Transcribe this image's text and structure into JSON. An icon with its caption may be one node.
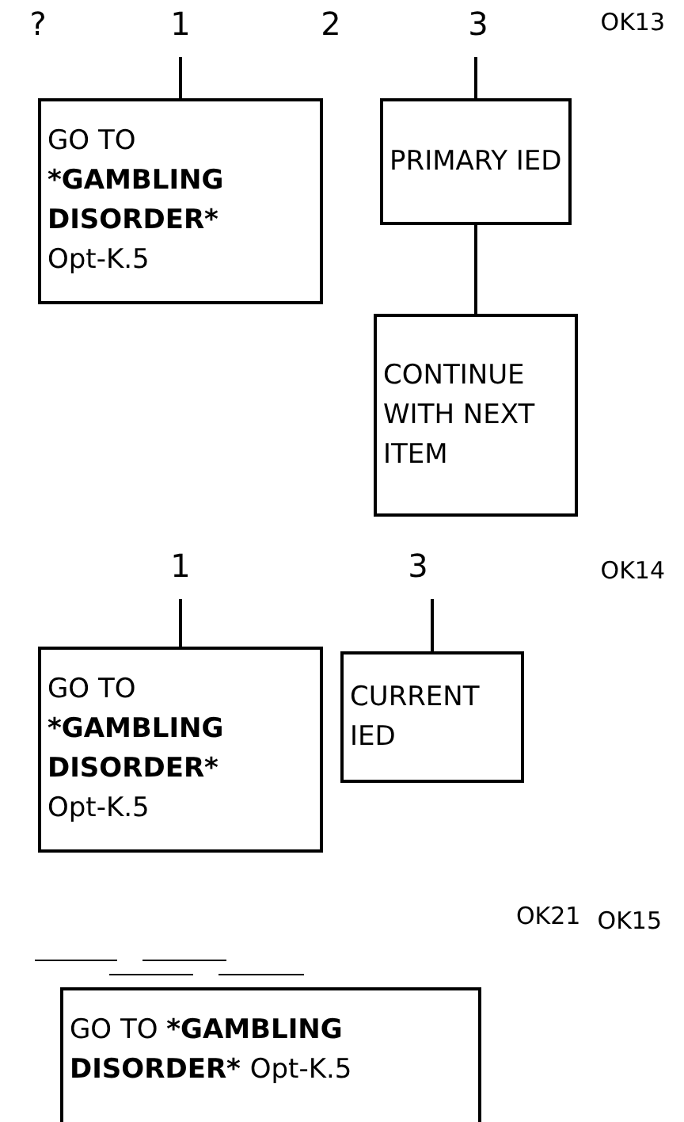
{
  "diagram": {
    "nodes": [
      {
        "text": [
          "1"
        ]
      },
      {
        "text": [
          "GO TO",
          "*GAMBLING DISORDER*",
          "Opt-K.5"
        ]
      },
      {
        "text": [
          "3"
        ]
      },
      {
        "text": [
          "PRIMARY IED"
        ]
      },
      {
        "text": [
          "CONTINUE WITH NEXT ITEM"
        ]
      },
      {
        "text": [
          "1"
        ]
      },
      {
        "text": [
          "GO TO",
          "*GAMBLING DISORDER*",
          "Opt-K.5"
        ]
      },
      {
        "text": [
          "3"
        ]
      },
      {
        "text": [
          "CURRENT IED"
        ]
      },
      {
        "text": [
          "GO TO",
          "*GAMBLING DISORDER*",
          "Opt-K.5"
        ]
      }
    ],
    "edges": [
      {
        "from": 0,
        "to": 1,
        "arrow": "none"
      },
      {
        "from": 2,
        "to": 3,
        "arrow": "none"
      },
      {
        "from": 3,
        "to": 4,
        "arrow": "none"
      },
      {
        "from": 5,
        "to": 6,
        "arrow": "none"
      },
      {
        "from": 7,
        "to": 8,
        "arrow": "none"
      }
    ],
    "labels": [
      "?",
      "2",
      "OK13",
      "OK14",
      "OK21",
      "OK15"
    ]
  }
}
